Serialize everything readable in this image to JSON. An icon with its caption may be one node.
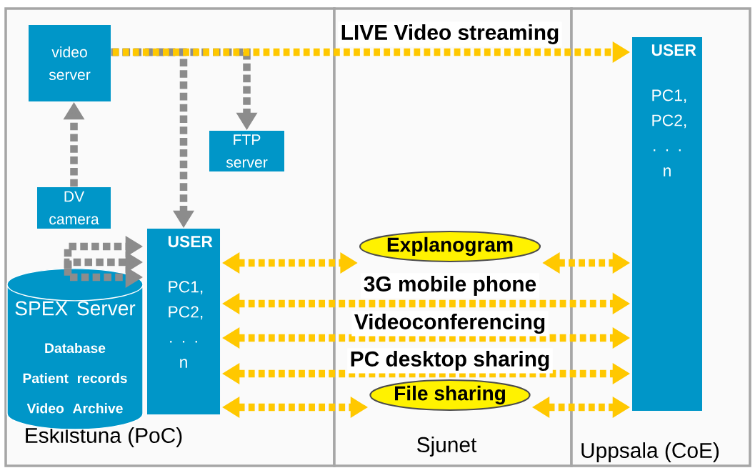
{
  "diagram": {
    "nodes": [
      {
        "text": [
          "Eskilstuna (PoC)"
        ]
      },
      {
        "text": [
          "Sjunet"
        ]
      },
      {
        "text": [
          "Uppsala (CoE)"
        ]
      },
      {
        "text": [
          "video server"
        ],
        "in": 0
      },
      {
        "text": [
          "FTP server"
        ],
        "in": 0
      },
      {
        "text": [
          "DV camera"
        ],
        "in": 0
      },
      {
        "text": [
          "USER",
          "PC1, PC2, . . . n"
        ],
        "in": 0
      },
      {
        "text": [
          "SPEX Server",
          "Database Patient records Video Archive"
        ],
        "in": 0
      },
      {
        "text": [
          "USER",
          "PC1, PC2, . . . n"
        ],
        "in": 2
      },
      {
        "text": [
          "Explanogram"
        ],
        "in": 1
      },
      {
        "text": [
          "File sharing"
        ],
        "in": 1
      }
    ],
    "edges": [
      {
        "from": 3,
        "to": 8,
        "arrow": "to",
        "label": "LIVE Video streaming"
      },
      {
        "from": 3,
        "to": 6,
        "arrow": "to",
        "color": "#8c8c8c"
      },
      {
        "from": 3,
        "to": 4,
        "arrow": "to",
        "color": "#8c8c8c"
      },
      {
        "from": 5,
        "to": 3,
        "arrow": "to",
        "color": "#8c8c8c"
      },
      {
        "from": 7,
        "to": 6,
        "arrow": "to",
        "color": "#8c8c8c"
      },
      {
        "from": 7,
        "to": 6,
        "arrow": "to",
        "color": "#8c8c8c"
      },
      {
        "from": 7,
        "to": 6,
        "arrow": "to",
        "color": "#8c8c8c"
      },
      {
        "from": 6,
        "to": 9,
        "arrow": "both"
      },
      {
        "from": 9,
        "to": 8,
        "arrow": "both"
      },
      {
        "from": 6,
        "to": 8,
        "arrow": "both",
        "label": "3G mobile phone"
      },
      {
        "from": 6,
        "to": 8,
        "arrow": "both",
        "label": "Videoconferencing"
      },
      {
        "from": 6,
        "to": 8,
        "arrow": "both",
        "label": "PC desktop sharing"
      },
      {
        "from": 6,
        "to": 10,
        "arrow": "both"
      },
      {
        "from": 10,
        "to": 8,
        "arrow": "both"
      }
    ]
  }
}
